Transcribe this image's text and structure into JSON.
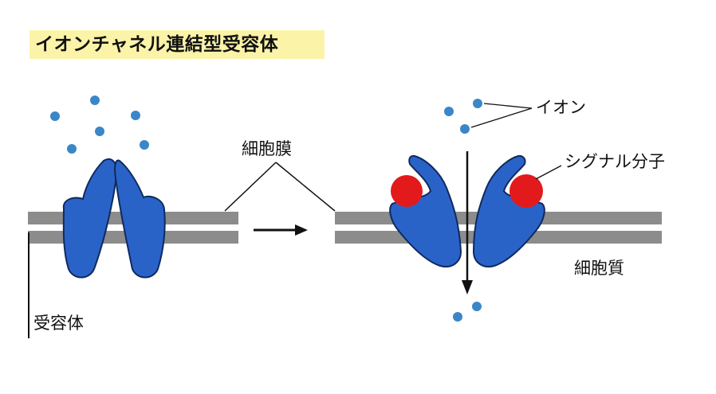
{
  "title": "イオンチャネル連結型受容体",
  "labels": {
    "membrane": "細胞膜",
    "ion": "イオン",
    "signal_molecule": "シグナル分子",
    "cytoplasm": "細胞質",
    "receptor": "受容体"
  },
  "colors": {
    "title_highlight": "#fbf4a8",
    "membrane": "#8c8c8c",
    "receptor": "#2a63c8",
    "receptor_outline": "#0f2a5e",
    "ion": "#3b86c7",
    "signal_molecule": "#e31a1c",
    "line": "#111111"
  }
}
